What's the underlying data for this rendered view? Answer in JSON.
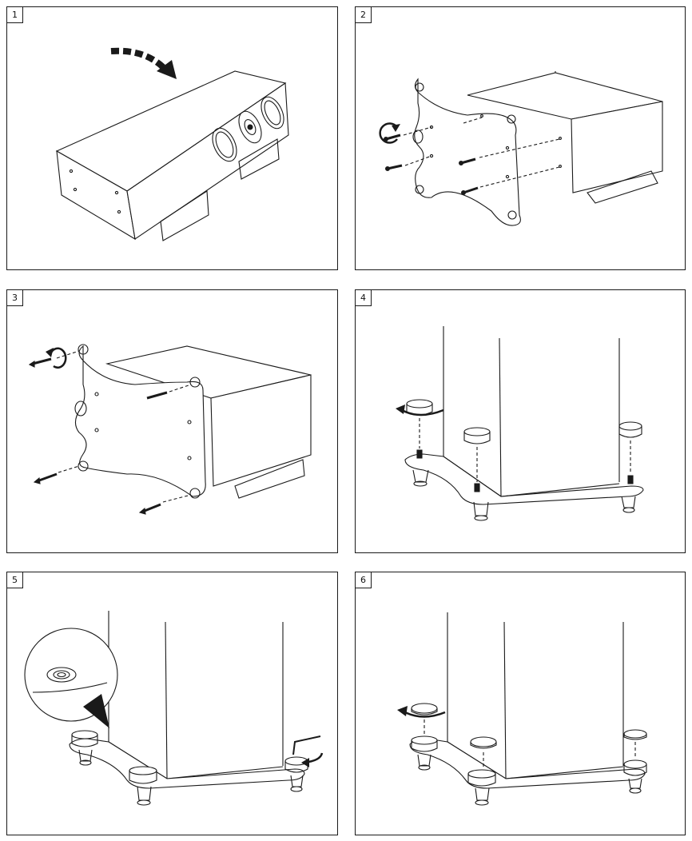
{
  "panels": [
    {
      "number": "1"
    },
    {
      "number": "2"
    },
    {
      "number": "3"
    },
    {
      "number": "4"
    },
    {
      "number": "5"
    },
    {
      "number": "6"
    }
  ],
  "colors": {
    "line": "#1a1a1a",
    "background": "#ffffff"
  },
  "icons": [
    "rotate-arrow-icon",
    "screw-icon",
    "spike-foot-icon",
    "hex-key-icon",
    "magnifier-callout-icon"
  ]
}
